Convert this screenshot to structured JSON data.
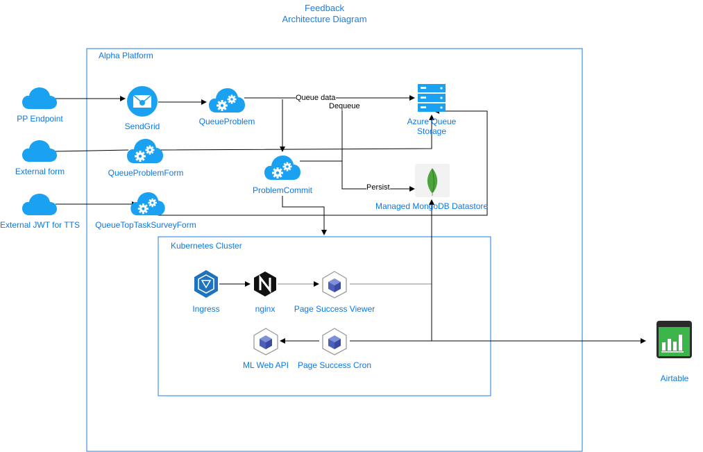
{
  "title": {
    "line1": "Feedback",
    "line2": "Architecture Diagram"
  },
  "containers": {
    "alpha_platform": "Alpha Platform",
    "kubernetes_cluster": "Kubernetes Cluster"
  },
  "nodes": {
    "pp_endpoint": "PP Endpoint",
    "external_form": "External form",
    "external_jwt": "External JWT for TTS",
    "sendgrid": "SendGrid",
    "queue_problem": "QueueProblem",
    "queue_problem_form": "QueueProblemForm",
    "queue_top_task_survey_form": "QueueTopTaskSurveyForm",
    "problem_commit": "ProblemCommit",
    "azure_queue_storage_1": "Azure Queue",
    "azure_queue_storage_2": "Storage",
    "managed_mongodb": "Managed MongoDB Datastore",
    "ingress": "Ingress",
    "nginx": "nginx",
    "page_success_viewer": "Page Success Viewer",
    "ml_web_api": "ML Web API",
    "page_success_cron": "Page Success Cron",
    "airtable": "Airtable"
  },
  "edges": {
    "queue_data": "Queue data",
    "dequeue": "Dequeue",
    "persist": "Persist"
  },
  "icons": {
    "cloud": "cloud-icon",
    "gear_cloud": "gear-cloud-icon",
    "sendgrid": "envelope-icon",
    "storage": "storage-server-icon",
    "mongodb": "mongodb-leaf-icon",
    "ingress": "ingress-icon",
    "nginx": "nginx-icon",
    "cube": "cube-icon",
    "airtable": "bar-chart-icon"
  },
  "colors": {
    "accent": "#0a78e8",
    "cloud": "#1ba1f2",
    "box_border": "#1a7ee6",
    "airtable_green": "#3bb54a",
    "mongo_green": "#4da33c"
  }
}
